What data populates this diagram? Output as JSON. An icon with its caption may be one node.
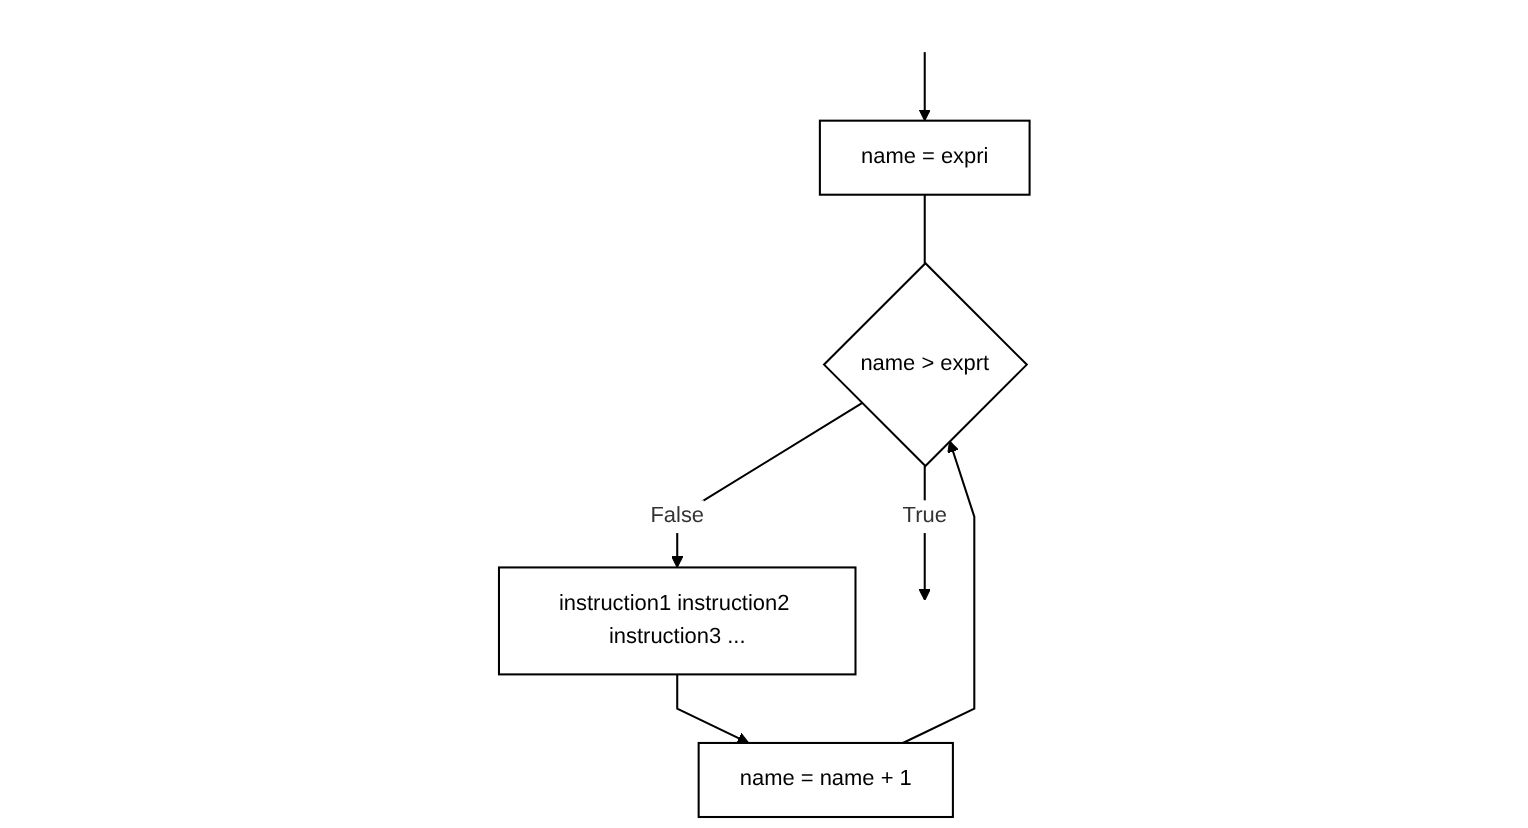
{
  "diagram": {
    "nodes": [
      {
        "text": [
          "name = expri"
        ]
      },
      {
        "text": [
          "name > exprt"
        ]
      },
      {
        "text": [
          "instruction1 instruction2 instruction3 ..."
        ]
      },
      {
        "text": [
          "name = name + 1"
        ]
      }
    ],
    "edges": [
      {
        "from": null,
        "to": 0,
        "arrow": "to"
      },
      {
        "from": 0,
        "to": 1,
        "arrow": "none"
      },
      {
        "from": 1,
        "to": 2,
        "arrow": "to",
        "label": "False"
      },
      {
        "from": 2,
        "to": 3,
        "arrow": "to"
      },
      {
        "from": 3,
        "to": 1,
        "arrow": "to"
      },
      {
        "from": 1,
        "to": null,
        "arrow": "to",
        "label": "True"
      }
    ]
  }
}
